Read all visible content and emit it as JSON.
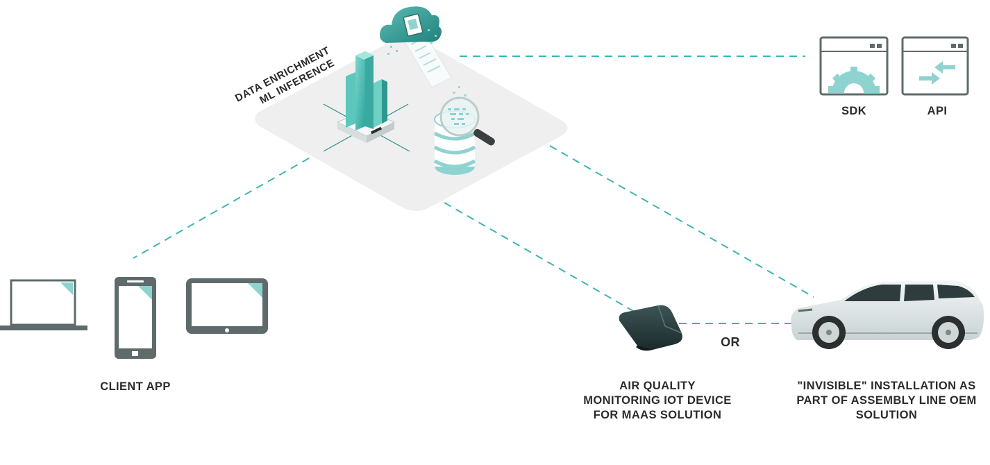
{
  "platform": {
    "label_lines": [
      "DATA ENRICHMENT",
      "ML INFERENCE"
    ]
  },
  "integrations": [
    {
      "label": "SDK",
      "icon": "gear-icon"
    },
    {
      "label": "API",
      "icon": "arrows-icon"
    }
  ],
  "client": {
    "label": "CLIENT APP",
    "devices": [
      "laptop-icon",
      "phone-icon",
      "tablet-icon"
    ]
  },
  "iot": {
    "label_lines": [
      "AIR QUALITY",
      "MONITORING IOT DEVICE",
      "FOR MAAS SOLUTION"
    ]
  },
  "separator": "OR",
  "vehicle": {
    "label_lines": [
      "\"INVISIBLE\" INSTALLATION AS",
      "PART OF ASSEMBLY LINE OEM",
      "SOLUTION"
    ]
  },
  "colors": {
    "connector": "#3db5b1",
    "accent": "#8fd3d0",
    "device_gray": "#5f6b6b",
    "platform": "#efefef",
    "text": "#2b2b2b"
  }
}
